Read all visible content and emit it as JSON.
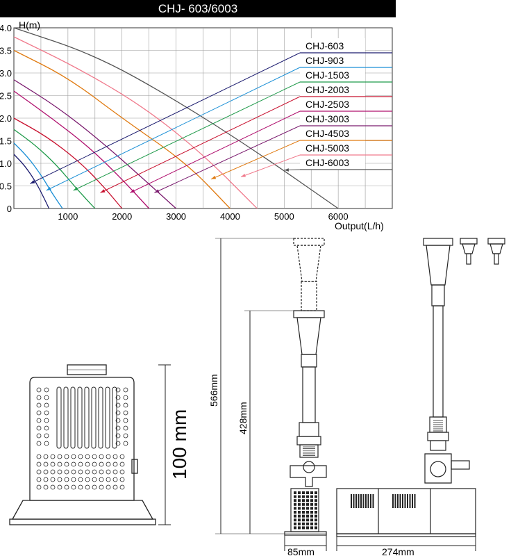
{
  "header": {
    "title": "CHJ- 603/6003"
  },
  "chart_data": {
    "type": "line",
    "title": "CHJ- 603/6003",
    "ylabel": "H(m)",
    "xlabel": "Output(L/h)",
    "xlim": [
      0,
      7000
    ],
    "ylim": [
      0,
      4.0
    ],
    "x_ticks": [
      1000,
      2000,
      3000,
      4000,
      5000,
      6000
    ],
    "x_tick_labels": [
      "1000",
      "2000",
      "3000",
      "4000",
      "5000",
      "6000"
    ],
    "y_ticks": [
      0,
      0.5,
      1.0,
      1.5,
      2.0,
      2.5,
      3.0,
      3.5,
      4.0
    ],
    "y_tick_labels": [
      "0",
      "0.5",
      "1.0",
      "1.5",
      "2.0",
      "2.5",
      "3.0",
      "3.5",
      "4.0"
    ],
    "grid": true,
    "legend_placement": "right",
    "series": [
      {
        "name": "CHJ-603",
        "color": "#1a1a6e",
        "x": [
          0,
          200,
          400,
          550,
          650
        ],
        "y": [
          1.2,
          0.95,
          0.6,
          0.25,
          0.0
        ]
      },
      {
        "name": "CHJ-903",
        "color": "#1a8fd6",
        "x": [
          0,
          250,
          500,
          700,
          900
        ],
        "y": [
          1.45,
          1.15,
          0.75,
          0.35,
          0.0
        ]
      },
      {
        "name": "CHJ-1503",
        "color": "#1f9a4a",
        "x": [
          0,
          400,
          800,
          1150,
          1500
        ],
        "y": [
          1.75,
          1.4,
          0.95,
          0.45,
          0.0
        ]
      },
      {
        "name": "CHJ-2003",
        "color": "#c8102e",
        "x": [
          0,
          600,
          1200,
          1650,
          2000
        ],
        "y": [
          2.0,
          1.6,
          1.05,
          0.5,
          0.0
        ]
      },
      {
        "name": "CHJ-2503",
        "color": "#b0106e",
        "x": [
          0,
          700,
          1400,
          2000,
          2500
        ],
        "y": [
          2.6,
          2.0,
          1.35,
          0.65,
          0.0
        ]
      },
      {
        "name": "CHJ-3003",
        "color": "#7a1a6e",
        "x": [
          0,
          800,
          1600,
          2400,
          3000
        ],
        "y": [
          2.85,
          2.25,
          1.5,
          0.65,
          0.0
        ]
      },
      {
        "name": "CHJ-4503",
        "color": "#e07a10",
        "x": [
          0,
          1000,
          2000,
          3200,
          4000
        ],
        "y": [
          3.5,
          2.9,
          2.0,
          1.0,
          0.0
        ]
      },
      {
        "name": "CHJ-5003",
        "color": "#f07a8c",
        "x": [
          0,
          1200,
          2400,
          3500,
          4500
        ],
        "y": [
          3.8,
          3.1,
          2.25,
          1.2,
          0.0
        ]
      },
      {
        "name": "CHJ-6003",
        "color": "#555555",
        "x": [
          0,
          1500,
          3000,
          4500,
          6000
        ],
        "y": [
          4.0,
          3.4,
          2.4,
          1.25,
          0.0
        ]
      }
    ],
    "legend_arrow_targets": [
      {
        "name": "CHJ-603",
        "x": 300,
        "y": 0.55
      },
      {
        "name": "CHJ-903",
        "x": 600,
        "y": 0.4
      },
      {
        "name": "CHJ-1503",
        "x": 1100,
        "y": 0.4
      },
      {
        "name": "CHJ-2003",
        "x": 1600,
        "y": 0.35
      },
      {
        "name": "CHJ-2503",
        "x": 2150,
        "y": 0.35
      },
      {
        "name": "CHJ-3003",
        "x": 2600,
        "y": 0.35
      },
      {
        "name": "CHJ-4503",
        "x": 3650,
        "y": 0.65
      },
      {
        "name": "CHJ-5003",
        "x": 4200,
        "y": 0.7
      },
      {
        "name": "CHJ-6003",
        "x": 5000,
        "y": 0.85
      }
    ]
  },
  "dimensions": {
    "height_small": "100 mm",
    "height_566": "566mm",
    "height_428": "428mm",
    "width_85": "85mm",
    "width_274": "274mm"
  }
}
